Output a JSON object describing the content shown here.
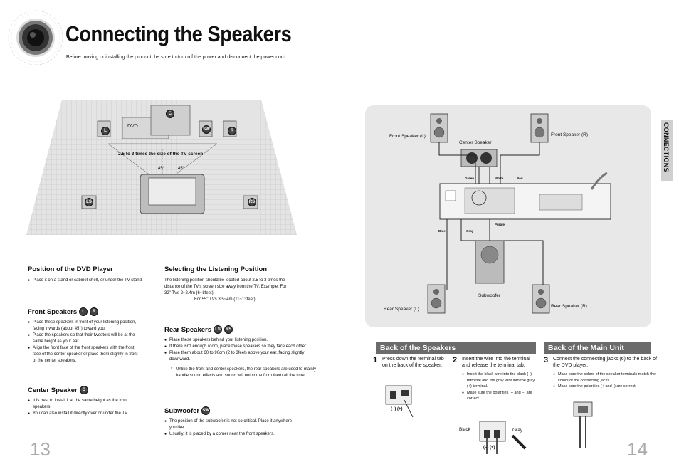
{
  "page": {
    "title": "Connecting the Speakers",
    "subtitle": "Before moving or installing the product, be sure to turn off the power and disconnect the power cord.",
    "page_left": "13",
    "page_right": "14",
    "side_tab": "CONNECTIONS"
  },
  "room": {
    "dvd_label": "DVD",
    "distance_label": "2.5 to 3 times the size of the TV screen",
    "angle_left": "45°",
    "angle_right": "45°",
    "badges": {
      "c": "C",
      "l": "L",
      "r": "R",
      "sw": "SW",
      "ls": "LS",
      "rs": "RS"
    }
  },
  "sections": {
    "position_dvd": {
      "heading": "Position of the DVD Player",
      "items": [
        "Place it on a stand or cabinet shelf, or under the TV stand."
      ]
    },
    "front": {
      "heading": "Front Speakers",
      "badge1": "L",
      "badge2": "R",
      "items": [
        "Place these speakers in front of your listening position, facing inwards (about 45°) toward you.",
        "Place the speakers so that their tweeters will be at the same height as your ear.",
        "Align the front face of the front speakers with the front face of the center speaker or place them slightly in front of the center speakers."
      ]
    },
    "center": {
      "heading": "Center Speaker",
      "badge": "C",
      "items": [
        "It is best to install it at the same height as the front speakers.",
        "You can also install it directly over or under the TV."
      ]
    },
    "listening": {
      "heading": "Selecting the Listening Position",
      "text1": "The listening position should be located about 2.5 to 3 times the distance of the TV's screen size away from the TV. Example: For 32\" TVs 2~2.4m (6~8feet)",
      "text2": "For 55\" TVs 3.5~4m (11~13feet)"
    },
    "rear": {
      "heading": "Rear Speakers",
      "badge1": "LS",
      "badge2": "RS",
      "items": [
        "Place these speakers behind your listening position.",
        "If there isn't enough room, place these speakers so they face each other.",
        "Place them about 60 to 90cm (2 to 3feet) above your ear, facing slightly downward."
      ],
      "note": "Unlike the front and center speakers, the rear speakers are used to mainly handle sound effects and sound will not come from them all the time."
    },
    "subwoofer": {
      "heading": "Subwoofer",
      "badge": "SW",
      "items": [
        "The position of the subwoofer is not so critical. Place it anywhere you like.",
        "Usually, it is placed by a corner near the front speakers."
      ]
    }
  },
  "diagram": {
    "front_l": "Front Speaker (L)",
    "front_r": "Front Speaker (R)",
    "center": "Center Speaker",
    "subwoofer": "Subwoofer",
    "rear_l": "Rear Speaker (L)",
    "rear_r": "Rear Speaker (R)",
    "wire_green": "Green",
    "wire_white": "White",
    "wire_red": "Red",
    "wire_blue": "Blue",
    "wire_gray": "Gray",
    "wire_purple": "Purple"
  },
  "back_speakers": {
    "header": "Back of the Speakers",
    "step1_num": "1",
    "step1_text": "Press down the terminal tab on the back of the speaker.",
    "step2_num": "2",
    "step2_text": "Insert the wire into the terminal and release the terminal tab.",
    "step2_items": [
      "Insert the black wire into the black (–) terminal and the gray wire into the gray (+) terminal.",
      "Make sure the polarities (+ and –) are correct."
    ],
    "polarity": "(–) (+)",
    "black": "Black",
    "gray": "Gray"
  },
  "back_main": {
    "header": "Back of the Main Unit",
    "step3_num": "3",
    "step3_text": "Connect the connecting jacks (6) to the back of the DVD player.",
    "step3_items": [
      "Make sure the colors of the speaker terminals match the colors of the connecting jacks.",
      "Make sure the polarities (+ and -) are correct."
    ]
  }
}
